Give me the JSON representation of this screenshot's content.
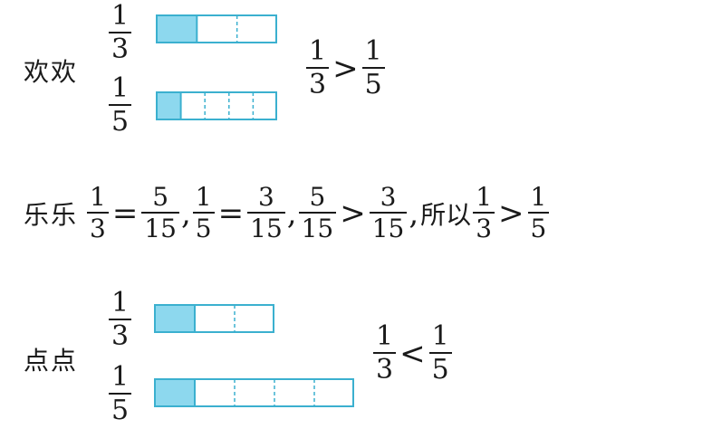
{
  "colors": {
    "fill": "#8dd8ee",
    "stroke": "#3bb0cf",
    "text": "#1a1a1a"
  },
  "huanhuan": {
    "name": "欢欢",
    "a": {
      "num": "1",
      "den": "3",
      "parts": 3,
      "filled": 1
    },
    "b": {
      "num": "1",
      "den": "5",
      "parts": 5,
      "filled": 1
    },
    "result": {
      "left": {
        "num": "1",
        "den": "3"
      },
      "sign": ">",
      "right": {
        "num": "1",
        "den": "5"
      }
    }
  },
  "lele": {
    "name": "乐乐",
    "f1": {
      "num": "1",
      "den": "3"
    },
    "eq1": "=",
    "f2": {
      "num": "5",
      "den": "15"
    },
    "comma1": ",",
    "f3": {
      "num": "1",
      "den": "5"
    },
    "eq2": "=",
    "f4": {
      "num": "3",
      "den": "15"
    },
    "comma2": ",",
    "f5": {
      "num": "5",
      "den": "15"
    },
    "gt1": ">",
    "f6": {
      "num": "3",
      "den": "15"
    },
    "comma3": ",",
    "so": "所以",
    "f7": {
      "num": "1",
      "den": "3"
    },
    "gt2": ">",
    "f8": {
      "num": "1",
      "den": "5"
    }
  },
  "diandian": {
    "name": "点点",
    "a": {
      "num": "1",
      "den": "3",
      "parts": 3,
      "filled": 1
    },
    "b": {
      "num": "1",
      "den": "5",
      "parts": 5,
      "filled": 1
    },
    "result": {
      "left": {
        "num": "1",
        "den": "3"
      },
      "sign": "<",
      "right": {
        "num": "1",
        "den": "5"
      }
    }
  }
}
